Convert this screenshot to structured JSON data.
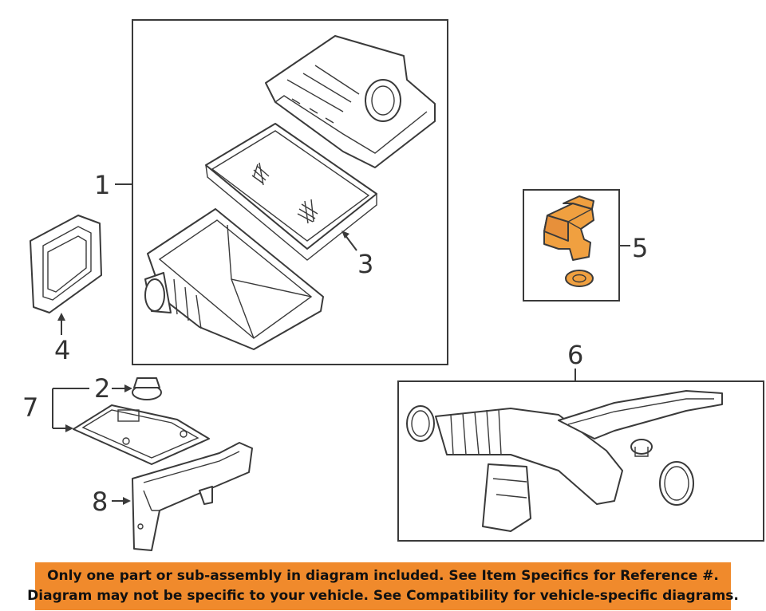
{
  "callouts": {
    "c1": "1",
    "c2": "2",
    "c3": "3",
    "c4": "4",
    "c5": "5",
    "c6": "6",
    "c7": "7",
    "c8": "8"
  },
  "banner": {
    "line1": "Only one part or sub-assembly in diagram included. See Item Specifics for Reference #.",
    "line2": "Diagram may not be specific to your vehicle. See Compatibility for vehicle-specific diagrams."
  },
  "colors": {
    "highlight": "#f0a040",
    "banner": "#f08a2c",
    "linework": "#3a3a3a"
  }
}
